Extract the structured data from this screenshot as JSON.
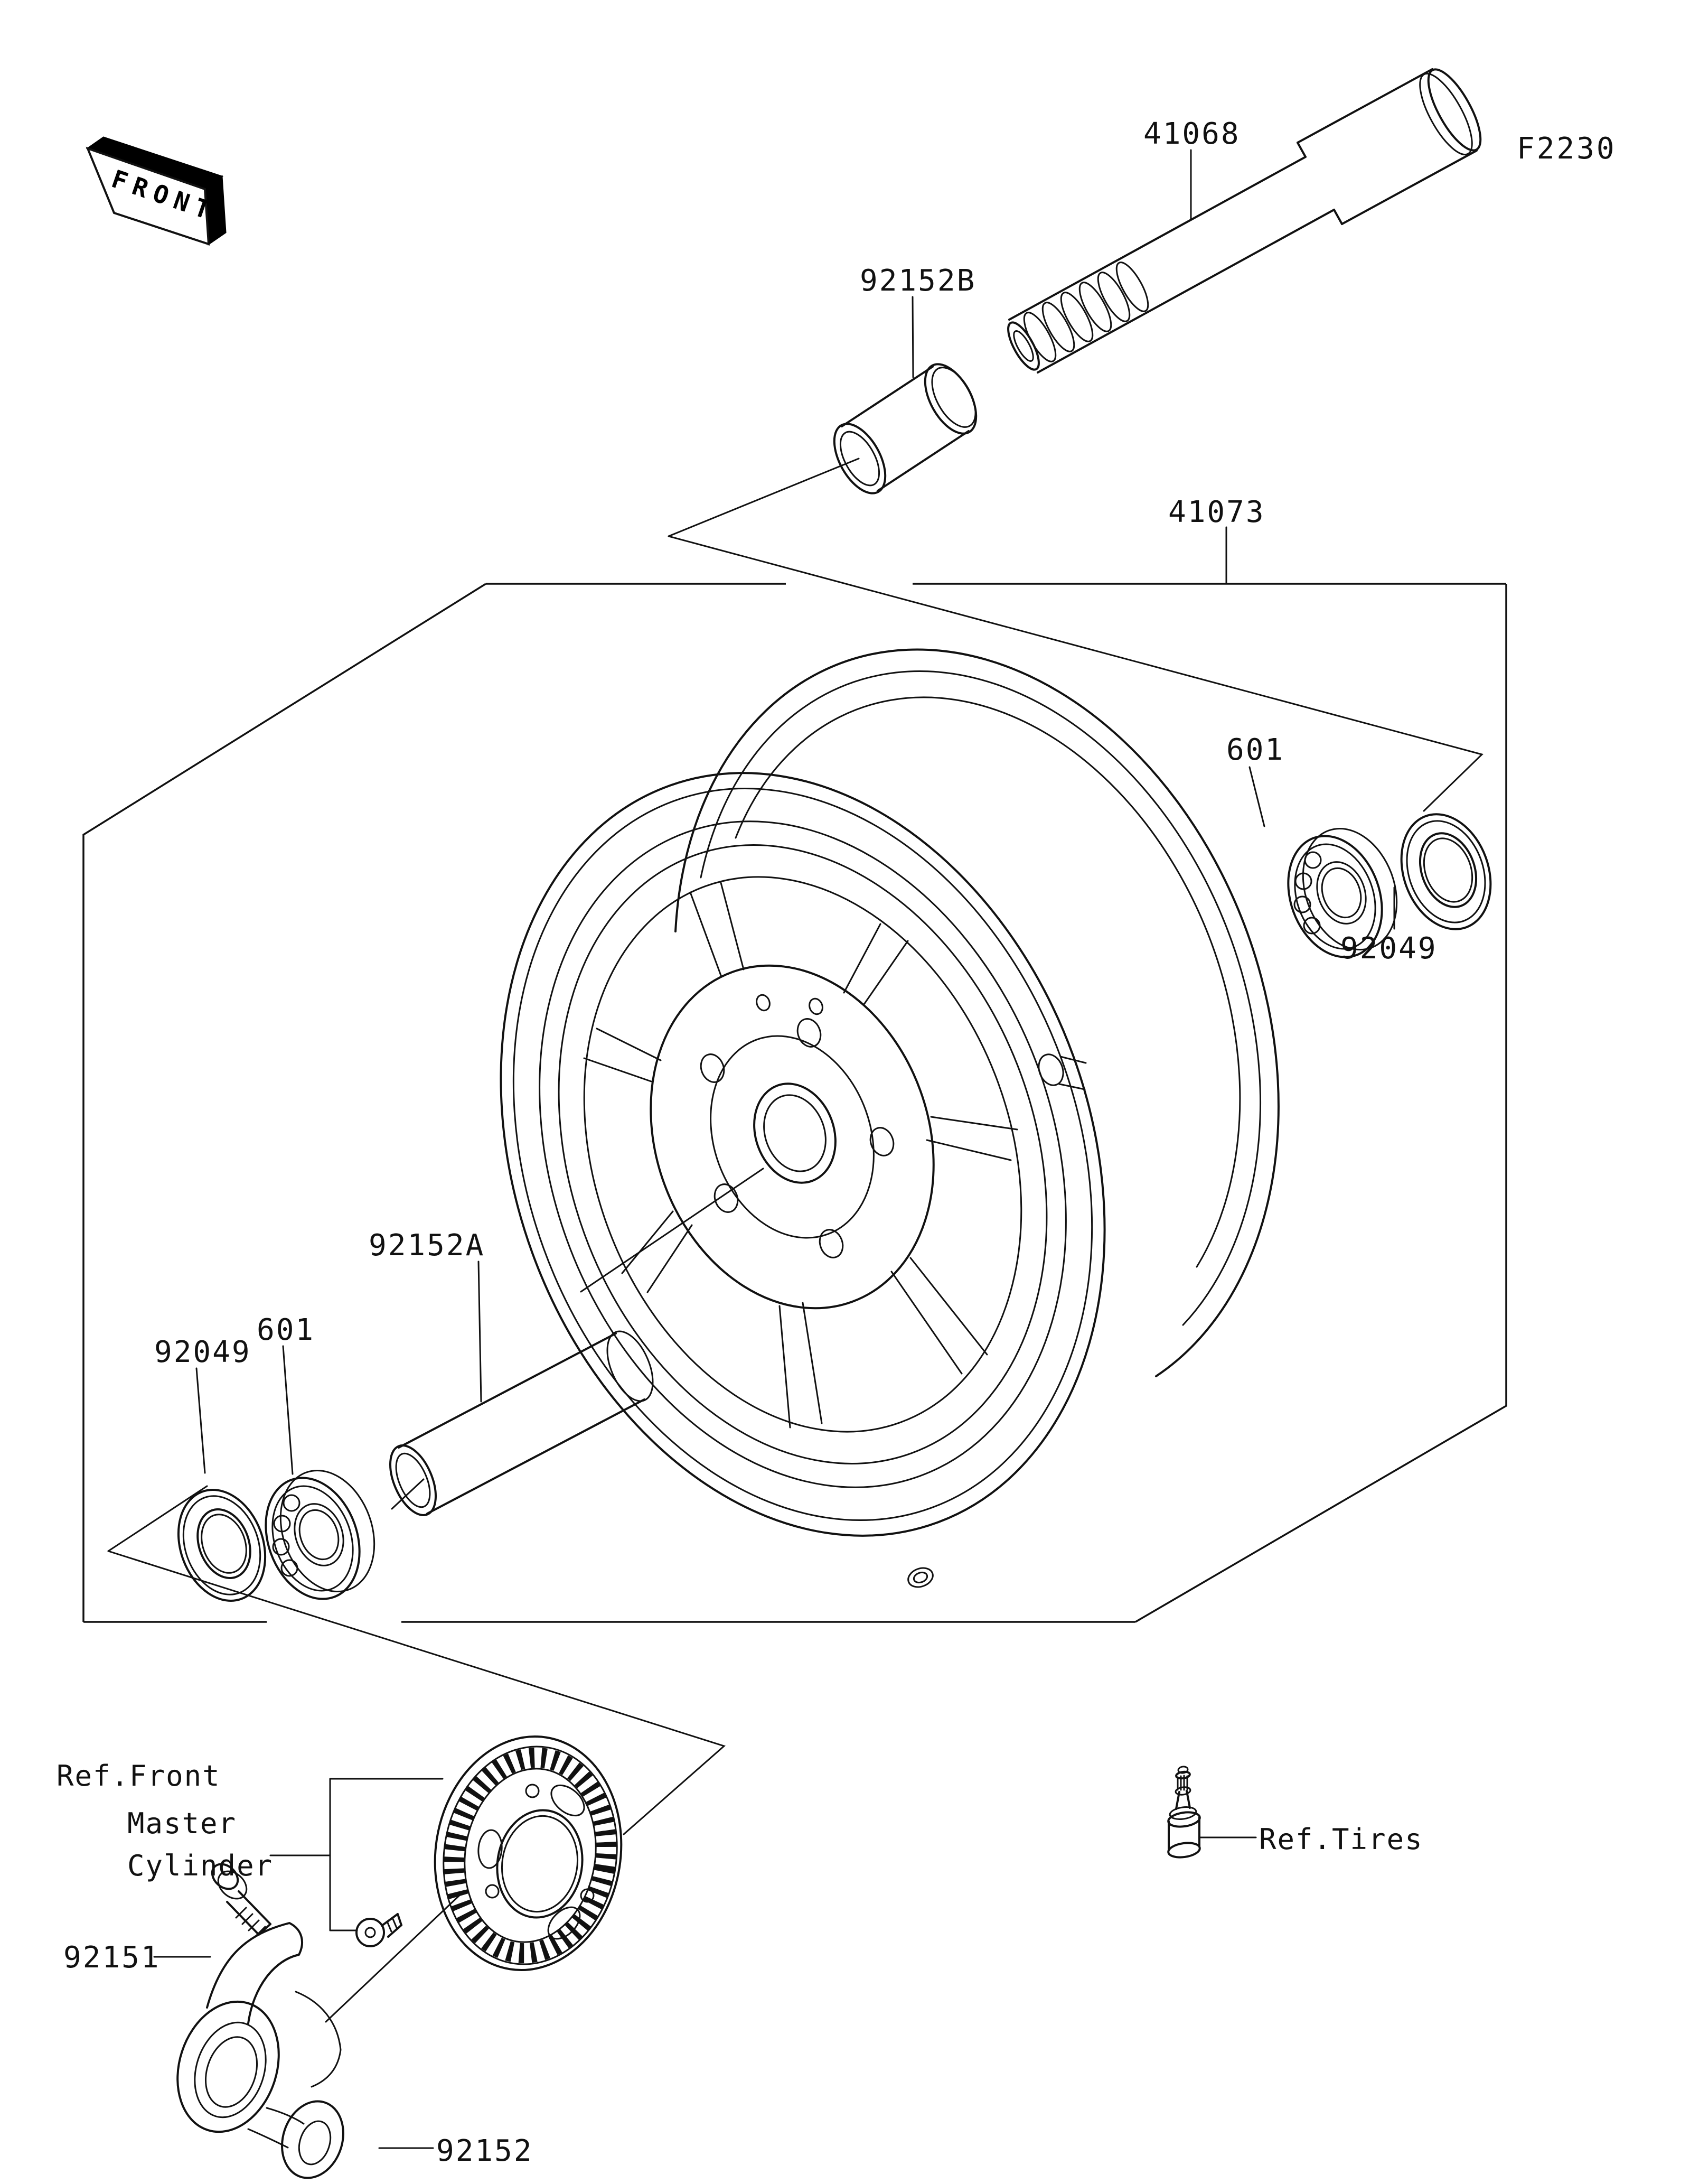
{
  "diagram": {
    "page_code": "F2230",
    "orientation_marker": "FRONT",
    "labels": {
      "axle": "41068",
      "axle_collar": "92152B",
      "wheel": "41073",
      "bearing_right": "601",
      "grease_seal_right": "92049",
      "hub_collar": "92152A",
      "bearing_left": "601",
      "grease_seal_left": "92049",
      "sensor_bolt": "92151",
      "sensor_bracket": "92152"
    },
    "references": {
      "master_cylinder_line1": "Ref.Front",
      "master_cylinder_line2": "Master",
      "master_cylinder_line3": "Cylinder",
      "tires": "Ref.Tires"
    },
    "colors": {
      "ink": "#111111",
      "paper": "#ffffff"
    }
  }
}
